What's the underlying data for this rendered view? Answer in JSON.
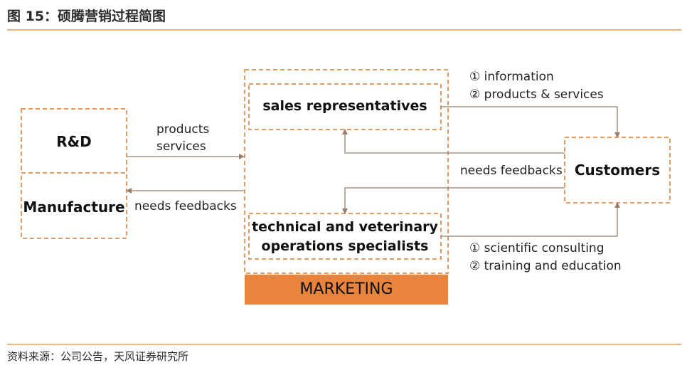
{
  "header": {
    "title": "图 15：硕腾营销过程简图"
  },
  "source": "资料来源：公司公告，天风证券研究所",
  "colors": {
    "accent": "#e8843c",
    "dash": "#e49a63",
    "arrow": "#9a7e6c",
    "rule": "#f0b482"
  },
  "nodes": {
    "rd": "R&D",
    "manufacture": "Manufacture",
    "sales": "sales representatives",
    "tech_line1": "technical and veterinary",
    "tech_line2": "operations specialists",
    "customers": "Customers",
    "marketing": "MARKETING"
  },
  "labels": {
    "products": "products",
    "services": "services",
    "needs_left": "needs feedbacks",
    "needs_right": "needs feedbacks",
    "info": "① information",
    "prod_serv": "② products & services",
    "sci": "① scientific consulting",
    "training": "② training and education"
  }
}
